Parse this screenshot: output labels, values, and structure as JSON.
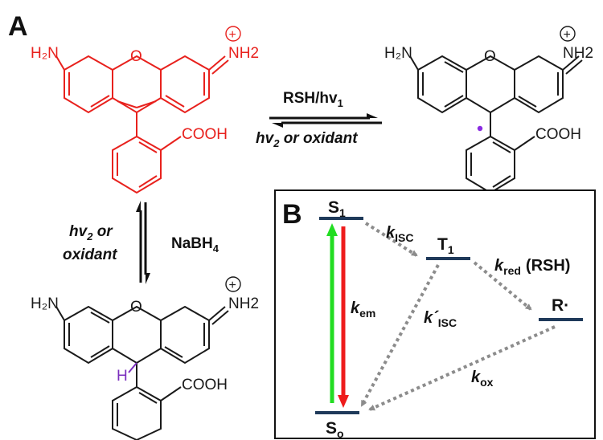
{
  "panels": {
    "a": "A",
    "b": "B"
  },
  "molecules": {
    "amine": "H₂N",
    "iminium": "NH2",
    "oxygen": "O",
    "acid": "COOH",
    "charge": "+",
    "hydrogen": "H"
  },
  "reactions": {
    "top_forward_main": "RSH/hv",
    "top_forward_sub": "1",
    "top_reverse_a": "hv",
    "top_reverse_a_sub": "2",
    "top_reverse_b": " or oxidant",
    "left_reagent_1a": "hv",
    "left_reagent_1a_sub": "2",
    "left_reagent_1b": " or",
    "left_reagent_2": "oxidant",
    "right_reagent_main": "NaBH",
    "right_reagent_sub": "4"
  },
  "energy_diagram": {
    "s1": "S",
    "s1_sub": "1",
    "t1": "T",
    "t1_sub": "1",
    "radical": "R·",
    "s0": "S",
    "s0_sub": "o",
    "k_isc": "k",
    "k_isc_sub": "ISC",
    "k_red": "k",
    "k_red_sub": "red",
    "k_red_note": "(RSH)",
    "k_em": "k",
    "k_em_sub": "em",
    "k_isc2": "k´",
    "k_isc2_sub": "ISC",
    "k_ox": "k",
    "k_ox_sub": "ox"
  },
  "colors": {
    "red_dye": "#e8211d",
    "black": "#1a1a1a",
    "radical_dot": "#8a2be2",
    "hydrogen": "#7b2fbe",
    "emission_red": "#ee1c1c",
    "absorption_green": "#22dd22",
    "dotted_gray": "#8c8c8c",
    "level_navy": "#1f3a5a"
  }
}
